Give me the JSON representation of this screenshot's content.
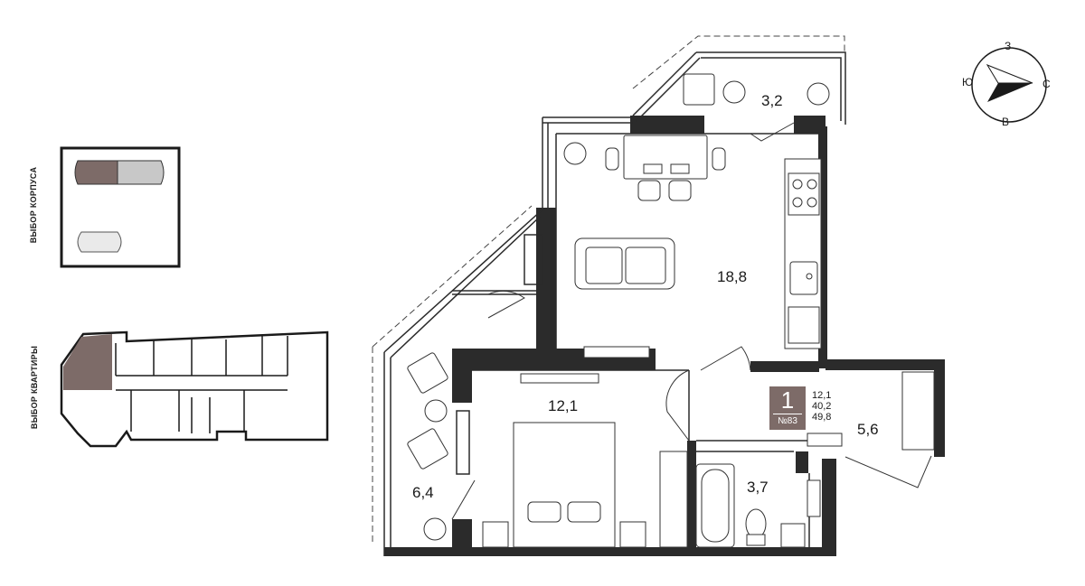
{
  "labels": {
    "building_select": "ВЫБОР КОРПУСА",
    "apartment_select": "ВЫБОР КВАРТИРЫ"
  },
  "rooms": {
    "balcony_top": "3,2",
    "living": "18,8",
    "bedroom": "12,1",
    "hall": "5,6",
    "bathroom": "3,7",
    "balcony_left": "6,4"
  },
  "apartment": {
    "rooms_count": "1",
    "number": "№83",
    "living_area": "12,1",
    "total_area": "40,2",
    "gross_area": "49,8"
  },
  "compass": {
    "north": "С",
    "south": "Ю",
    "west": "З",
    "east": "В"
  },
  "colors": {
    "wall": "#2b2b2b",
    "selected": "#7d6b68",
    "other_building": "#c8c8c8"
  }
}
